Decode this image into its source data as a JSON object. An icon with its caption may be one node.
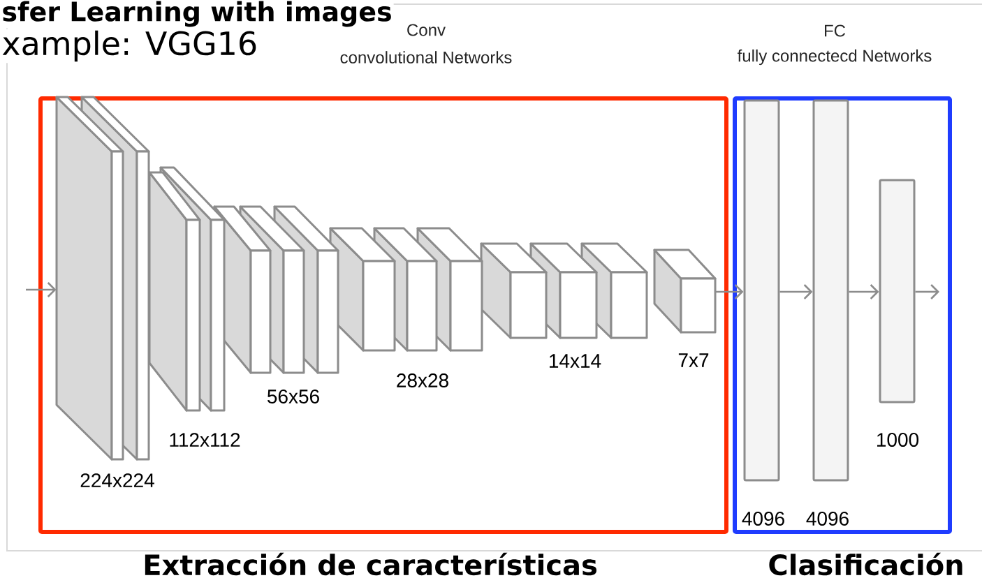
{
  "diagram": {
    "nodes": [
      {
        "text": [
          "Conv",
          "convolutional Networks",
          "Extracción de características"
        ]
      },
      {
        "text": [],
        "shape": "box",
        "in": 0
      },
      {
        "text": [],
        "shape": "box",
        "in": 0
      },
      {
        "text": [],
        "shape": "box",
        "in": 0
      },
      {
        "text": [],
        "shape": "box",
        "in": 0
      },
      {
        "text": [],
        "shape": "box",
        "in": 0
      },
      {
        "text": [],
        "shape": "box",
        "in": 0
      },
      {
        "text": [],
        "shape": "box",
        "in": 0
      },
      {
        "text": [],
        "shape": "box",
        "in": 0
      },
      {
        "text": [],
        "shape": "box",
        "in": 0
      },
      {
        "text": [],
        "shape": "box",
        "in": 0
      },
      {
        "text": [],
        "shape": "box",
        "in": 0
      },
      {
        "text": [],
        "shape": "box",
        "in": 0
      },
      {
        "text": [],
        "shape": "box",
        "in": 0
      },
      {
        "text": [],
        "shape": "box",
        "in": 0
      },
      {
        "text": [
          "FC",
          "fully connectecd Networks",
          "Clasificación"
        ]
      },
      {
        "text": [],
        "shape": "bar",
        "in": 15,
        "beside": [
          "4096"
        ]
      },
      {
        "text": [],
        "shape": "bar",
        "in": 15,
        "beside": [
          "4096"
        ]
      },
      {
        "text": [],
        "shape": "bar",
        "in": 15,
        "beside": [
          "1000"
        ]
      }
    ],
    "edges": [
      {
        "from": null,
        "to": 1,
        "arrow": "to"
      },
      {
        "from": 14,
        "to": 16,
        "arrow": "to"
      },
      {
        "from": 16,
        "to": 17,
        "arrow": "to"
      },
      {
        "from": 17,
        "to": 18,
        "arrow": "to"
      },
      {
        "from": 18,
        "to": null,
        "arrow": "to"
      }
    ],
    "labels": [
      "sfer Learning with images",
      "xample: VGG16",
      "224x224",
      "112x112",
      "56x56",
      "28x28",
      "14x14",
      "7x7"
    ]
  }
}
